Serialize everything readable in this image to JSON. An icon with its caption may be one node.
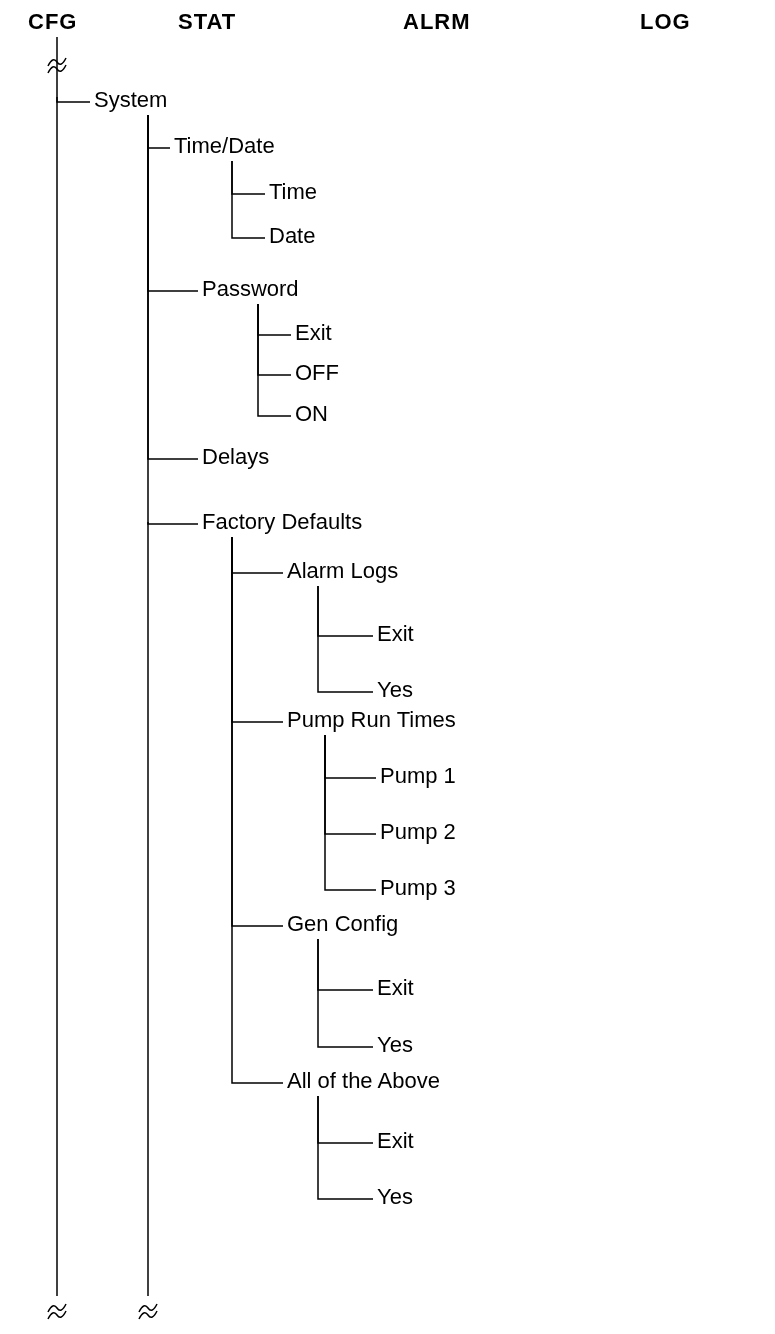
{
  "diagram": {
    "nodes": [
      {
        "text": [
          "CFG"
        ]
      },
      {
        "text": [
          "STAT"
        ]
      },
      {
        "text": [
          "ALRM"
        ]
      },
      {
        "text": [
          "LOG"
        ]
      },
      {
        "text": [
          "System"
        ]
      },
      {
        "text": [
          "Time/Date"
        ]
      },
      {
        "text": [
          "Time"
        ]
      },
      {
        "text": [
          "Date"
        ]
      },
      {
        "text": [
          "Password"
        ]
      },
      {
        "text": [
          "Exit"
        ]
      },
      {
        "text": [
          "OFF"
        ]
      },
      {
        "text": [
          "ON"
        ]
      },
      {
        "text": [
          "Delays"
        ]
      },
      {
        "text": [
          "Factory Defaults"
        ]
      },
      {
        "text": [
          "Alarm Logs"
        ]
      },
      {
        "text": [
          "Exit"
        ]
      },
      {
        "text": [
          "Yes"
        ]
      },
      {
        "text": [
          "Pump Run Times"
        ]
      },
      {
        "text": [
          "Pump 1"
        ]
      },
      {
        "text": [
          "Pump 2"
        ]
      },
      {
        "text": [
          "Pump 3"
        ]
      },
      {
        "text": [
          "Gen Config"
        ]
      },
      {
        "text": [
          "Exit"
        ]
      },
      {
        "text": [
          "Yes"
        ]
      },
      {
        "text": [
          "All of the Above"
        ]
      },
      {
        "text": [
          "Exit"
        ]
      },
      {
        "text": [
          "Yes"
        ]
      }
    ],
    "edges": [
      {
        "from": 0,
        "to": 4,
        "arrow": "none"
      },
      {
        "from": 4,
        "to": 5,
        "arrow": "none"
      },
      {
        "from": 5,
        "to": 6,
        "arrow": "none"
      },
      {
        "from": 5,
        "to": 7,
        "arrow": "none"
      },
      {
        "from": 4,
        "to": 8,
        "arrow": "none"
      },
      {
        "from": 8,
        "to": 9,
        "arrow": "none"
      },
      {
        "from": 8,
        "to": 10,
        "arrow": "none"
      },
      {
        "from": 8,
        "to": 11,
        "arrow": "none"
      },
      {
        "from": 4,
        "to": 12,
        "arrow": "none"
      },
      {
        "from": 4,
        "to": 13,
        "arrow": "none"
      },
      {
        "from": 13,
        "to": 14,
        "arrow": "none"
      },
      {
        "from": 14,
        "to": 15,
        "arrow": "none"
      },
      {
        "from": 14,
        "to": 16,
        "arrow": "none"
      },
      {
        "from": 13,
        "to": 17,
        "arrow": "none"
      },
      {
        "from": 17,
        "to": 18,
        "arrow": "none"
      },
      {
        "from": 17,
        "to": 19,
        "arrow": "none"
      },
      {
        "from": 17,
        "to": 20,
        "arrow": "none"
      },
      {
        "from": 13,
        "to": 21,
        "arrow": "none"
      },
      {
        "from": 21,
        "to": 22,
        "arrow": "none"
      },
      {
        "from": 21,
        "to": 23,
        "arrow": "none"
      },
      {
        "from": 13,
        "to": 24,
        "arrow": "none"
      },
      {
        "from": 24,
        "to": 25,
        "arrow": "none"
      },
      {
        "from": 24,
        "to": 26,
        "arrow": "none"
      }
    ]
  }
}
